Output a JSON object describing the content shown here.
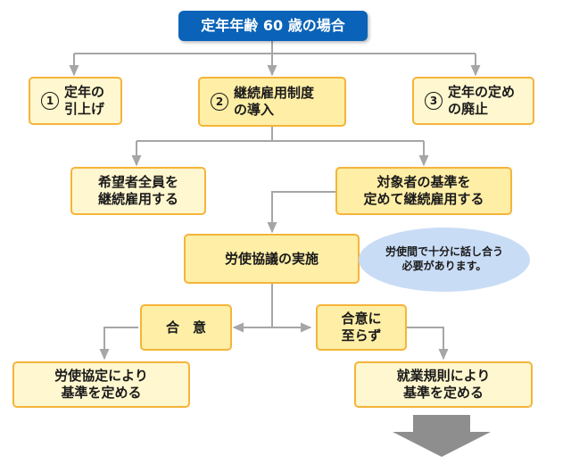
{
  "colors": {
    "title_bg": "#0a63b8",
    "box_fill": "#fff7cf",
    "box_fill_strong": "#ffeea6",
    "box_border": "#f5b43a",
    "connector": "#a6a6a6",
    "bubble_fill": "#c9dcf5",
    "big_arrow": "#8e8e8e"
  },
  "title": "定年年齢 60 歳の場合",
  "options": [
    {
      "num": "1",
      "text": "定年の\n引上げ"
    },
    {
      "num": "2",
      "text": "継続雇用制度\nの導入"
    },
    {
      "num": "3",
      "text": "定年の定め\nの廃止"
    }
  ],
  "branch_all": "希望者全員を\n継続雇用する",
  "branch_criteria": "対象者の基準を\n定めて継続雇用する",
  "labor_talks": "労使協議の実施",
  "bubble_note": "労使間で十分に話し合う\n必要があります。",
  "agree": "合　意",
  "not_agree": "合意に\n至らず",
  "result_agreement": "労使協定により\n基準を定める",
  "result_rules": "就業規則により\n基準を定める",
  "icons": {
    "bottom_arrow": "down-arrow-icon"
  }
}
